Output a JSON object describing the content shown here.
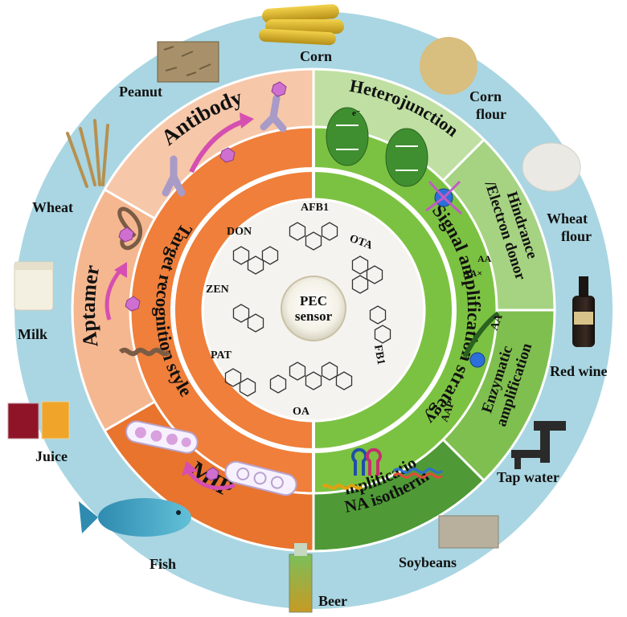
{
  "center": {
    "line1": "PEC",
    "line2": "sensor"
  },
  "toxins": [
    "AFB1",
    "OTA",
    "FB1",
    "OA",
    "PAT",
    "ZEN",
    "DON"
  ],
  "rings": {
    "left_title": "Target recognition style",
    "right_title": "Signal amplification strategy"
  },
  "recognition": {
    "antibody": "Antibody",
    "aptamer": "Aptamer",
    "mip": "MIP"
  },
  "amplification": {
    "heterojunction": "Heterojunction",
    "hindrance_line1": "Hindrance",
    "hindrance_line2": "/Electron donor",
    "enzymatic_line1": "Enzymatic",
    "enzymatic_line2": "amplification",
    "dna_line1": "DNA isothermal",
    "dna_line2": "amplification"
  },
  "annotations": {
    "electron": "e⁻",
    "aa": "AA",
    "aa_ox": "AA×",
    "aap": "AAP"
  },
  "samples": {
    "corn": "Corn",
    "corn_flour_line1": "Corn",
    "corn_flour_line2": "flour",
    "wheat_flour_line1": "Wheat",
    "wheat_flour_line2": "flour",
    "red_wine": "Red wine",
    "tap_water": "Tap water",
    "soybeans": "Soybeans",
    "beer": "Beer",
    "fish": "Fish",
    "juice": "Juice",
    "milk": "Milk",
    "wheat": "Wheat",
    "peanut": "Peanut"
  },
  "colors": {
    "outer_ring": "#a9d6e2",
    "antibody": "#f7c7a9",
    "aptamer": "#f5b790",
    "mip": "#e8742e",
    "left_inner": "#ef7f3a",
    "heterojunction": "#bfe0a2",
    "hindrance": "#a6d382",
    "enzymatic": "#7fbf50",
    "dna": "#4f9a36",
    "right_inner": "#7cc242",
    "molecule_bg": "#f5f3ef"
  }
}
